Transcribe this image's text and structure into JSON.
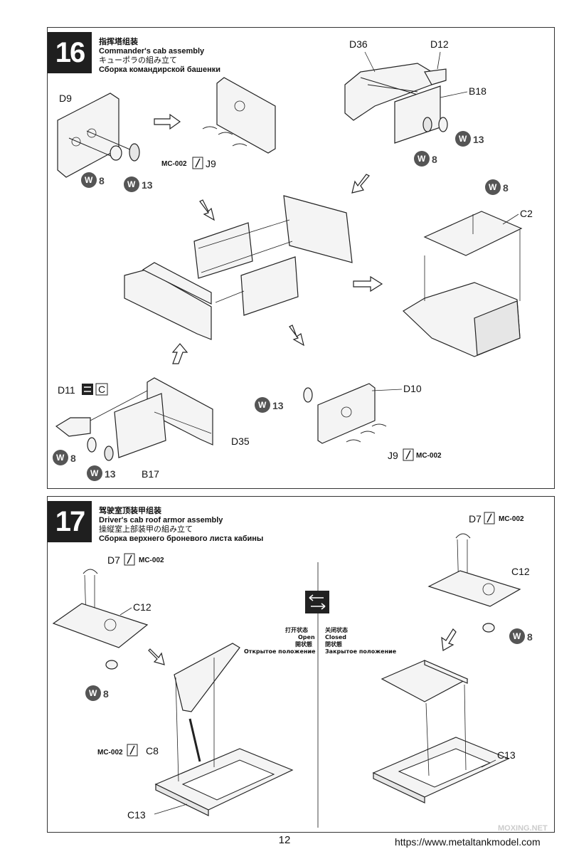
{
  "step16": {
    "number": "16",
    "title_zh": "指挥塔组装",
    "title_en": "Commander's cab assembly",
    "title_jp": "キューポラの組み立て",
    "title_ru": "Сборка командирской башенки",
    "labels": {
      "d9": "D9",
      "d36": "D36",
      "d12": "D12",
      "b18": "B18",
      "c2": "C2",
      "j9_a": "J9",
      "mc_a": "MC-002",
      "d11": "D11",
      "c_box": "C",
      "d35": "D35",
      "b17": "B17",
      "d10": "D10",
      "j9_b": "J9",
      "mc_b": "MC-002"
    },
    "weld_labels": {
      "w8_a": "8",
      "w13_a": "13",
      "w13_b": "13",
      "w8_b": "8",
      "w8_c": "8",
      "w8_d": "8",
      "w13_c": "13",
      "w13_d": "13"
    }
  },
  "step17": {
    "number": "17",
    "title_zh": "驾驶室顶装甲组装",
    "title_en": "Driver's cab roof armor assembly",
    "title_jp": "操縦室上部装甲の組み立て",
    "title_ru": "Сборка верхнего броневого листа кабины",
    "labels": {
      "d7_a": "D7",
      "mc_a": "MC-002",
      "c12_a": "C12",
      "c8": "C8",
      "mc_c8": "MC-002",
      "c13_a": "C13",
      "d7_b": "D7",
      "mc_b": "MC-002",
      "c12_b": "C12",
      "c13_b": "C13"
    },
    "weld_labels": {
      "w8_a": "8",
      "w8_b": "8"
    },
    "states": {
      "open_zh": "打开状态",
      "open_jp": "開状態",
      "open_en": "Open",
      "open_ru": "Открытое положение",
      "closed_zh": "关闭状态",
      "closed_jp": "閉状態",
      "closed_en": "Closed",
      "closed_ru": "Закрытое положение"
    }
  },
  "footer": {
    "page_number": "12",
    "url": "https://www.metaltankmodel.com",
    "watermark": "MOXING.NET"
  },
  "icons": [
    "brush-icon",
    "weld-icon",
    "hollow-arrow-icon",
    "open-close-toggle-icon",
    "swap-icon"
  ]
}
